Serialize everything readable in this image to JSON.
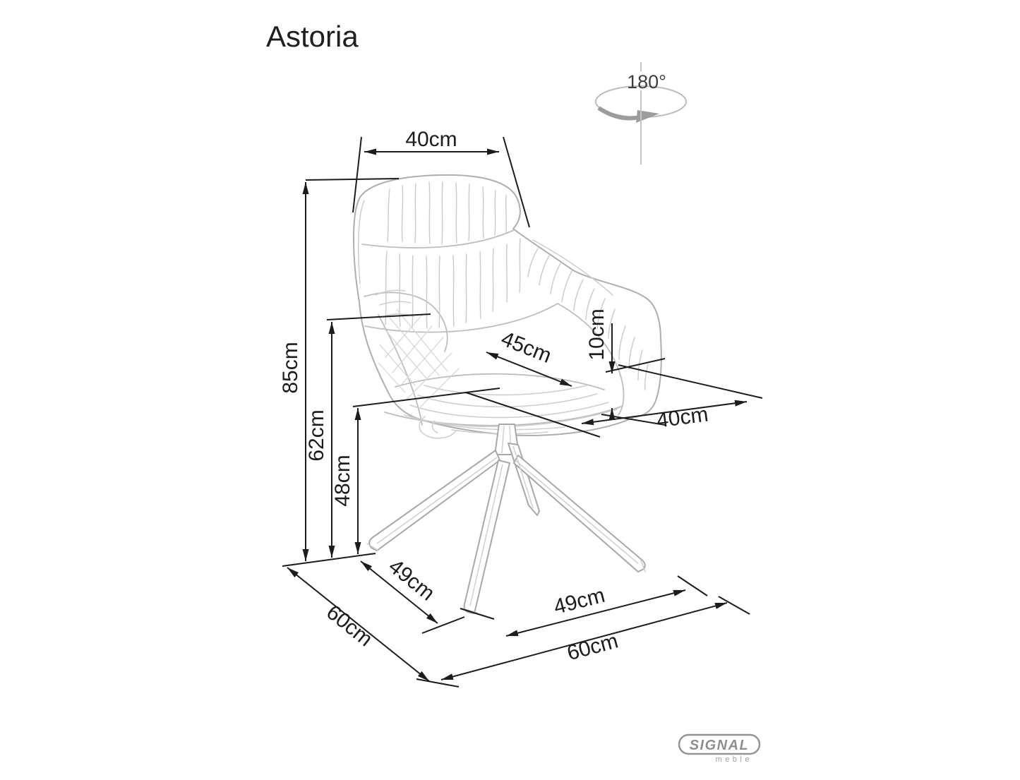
{
  "title": "Astoria",
  "rotation": {
    "label": "180°"
  },
  "dimensions": {
    "backrest_width": "40cm",
    "total_height": "85cm",
    "armrest_height": "62cm",
    "seat_height": "48cm",
    "seat_width": "45cm",
    "cushion_thickness": "10cm",
    "seat_depth": "40cm",
    "base_side_span": "49cm",
    "base_side_depth": "60cm",
    "base_front_span": "49cm",
    "base_front_width": "60cm"
  },
  "brand": {
    "name": "SIGNAL",
    "subtitle": "meble"
  },
  "colors": {
    "dimension_lines": "#1c1c1c",
    "sketch_lines": "#b0b0b0",
    "brand_gray": "#8f8f8f",
    "background": "#ffffff"
  }
}
